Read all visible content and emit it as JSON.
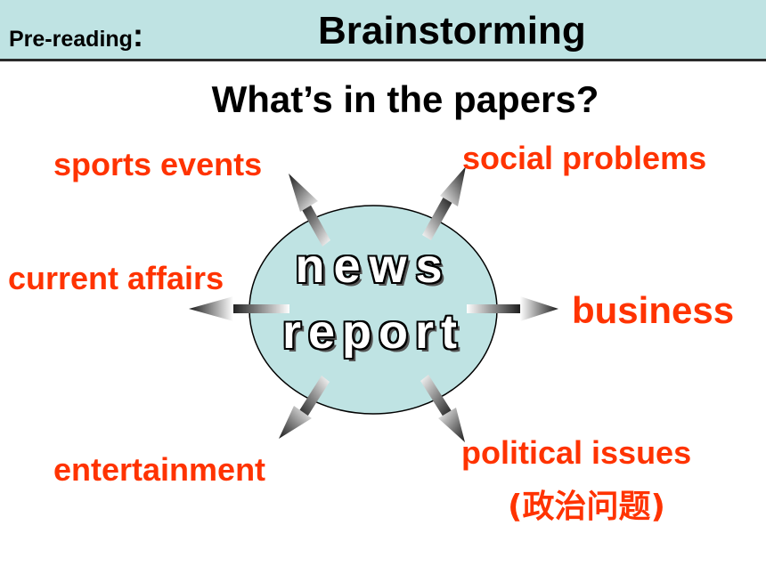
{
  "header": {
    "label": "Pre-reading",
    "colon": ":",
    "title": "Brainstorming"
  },
  "question": "What’s in the papers?",
  "center": {
    "line1": "news",
    "line2": "report",
    "fill_color": "#bfe3e3"
  },
  "topics": {
    "sports_events": "sports events",
    "social_problems": "social problems",
    "current_affairs": "current affairs",
    "business": "business",
    "entertainment": "entertainment",
    "political_issues": "political issues",
    "political_issues_cn": "(政治问题)"
  },
  "colors": {
    "topic_text": "#ff3300",
    "header_bg": "#bfe3e3"
  }
}
